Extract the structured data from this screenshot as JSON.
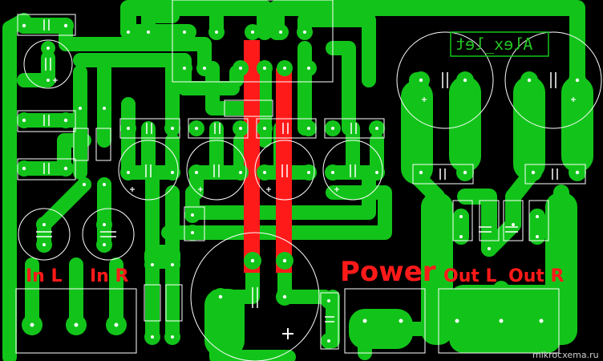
{
  "labels": {
    "in_l": "In L",
    "in_r": "In R",
    "power": "Power",
    "out_l": "Out L",
    "out_r": "Out R",
    "author": "Alex_let",
    "watermark": "mikrocxema.ru"
  },
  "colors": {
    "background": "#000000",
    "copper": "#12c41a",
    "jumper": "#ff1a1a",
    "silkscreen": "#ffffff"
  }
}
